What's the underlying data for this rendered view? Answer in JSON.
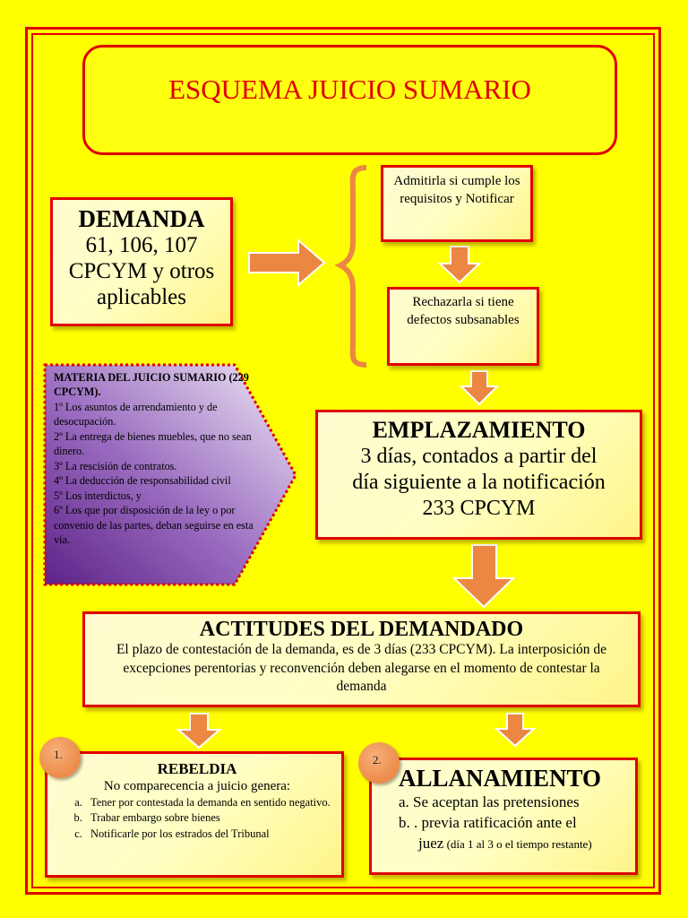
{
  "title": "ESQUEMA JUICIO SUMARIO",
  "demanda": {
    "title": "DEMANDA",
    "lines": [
      "61, 106, 107",
      "CPCYM y otros",
      "aplicables"
    ]
  },
  "admitirla": "Admitirla si cumple los requisitos y Notificar",
  "rechazarla": "Rechazarla si tiene defectos subsanables",
  "materia": {
    "title": "MATERIA DEL JUICIO SUMARIO (229 CPCYM).",
    "items": [
      "1º Los asuntos de arrendamiento y de desocupación.",
      "2º La entrega de bienes muebles, que no sean dinero.",
      "3º La rescisión de contratos.",
      " 4º La deducción de responsabilidad civil",
      " 5º Los interdictos, y",
      "6º Los que por disposición de la ley o por convenio de las partes, deban seguirse en esta vía."
    ]
  },
  "emplazamiento": {
    "title": "EMPLAZAMIENTO",
    "lines": [
      "3 días, contados a partir del",
      "día siguiente a la notificación",
      "233 CPCYM"
    ]
  },
  "actitudes": {
    "title": "ACTITUDES DEL DEMANDADO",
    "text": "El plazo de contestación de la demanda, es de 3 días (233 CPCYM). La interposición de excepciones perentorias y reconvención deben alegarse en el momento de contestar la demanda"
  },
  "rebeldia": {
    "badge": "1.",
    "title": "REBELDIA",
    "subtitle": "No comparecencia a juicio genera:",
    "items": [
      "Tener por contestada la demanda en sentido negativo.",
      "Trabar embargo sobre bienes",
      "Notificarle por los estrados del Tribunal"
    ]
  },
  "allanamiento": {
    "badge": "2.",
    "title": "ALLANAMIENTO",
    "line_a": "a.  Se aceptan las pretensiones",
    "line_b": "b.  . previa ratificación ante el",
    "line_c": "juez",
    "line_c_small": " (día 1 al 3 o el tiempo restante)"
  },
  "colors": {
    "background": "#ffff00",
    "border": "#e00000",
    "arrow": "#ec8743",
    "title_text": "#e00000",
    "materia_gradient": [
      "#6a2c8c",
      "#e6dcf0"
    ]
  }
}
